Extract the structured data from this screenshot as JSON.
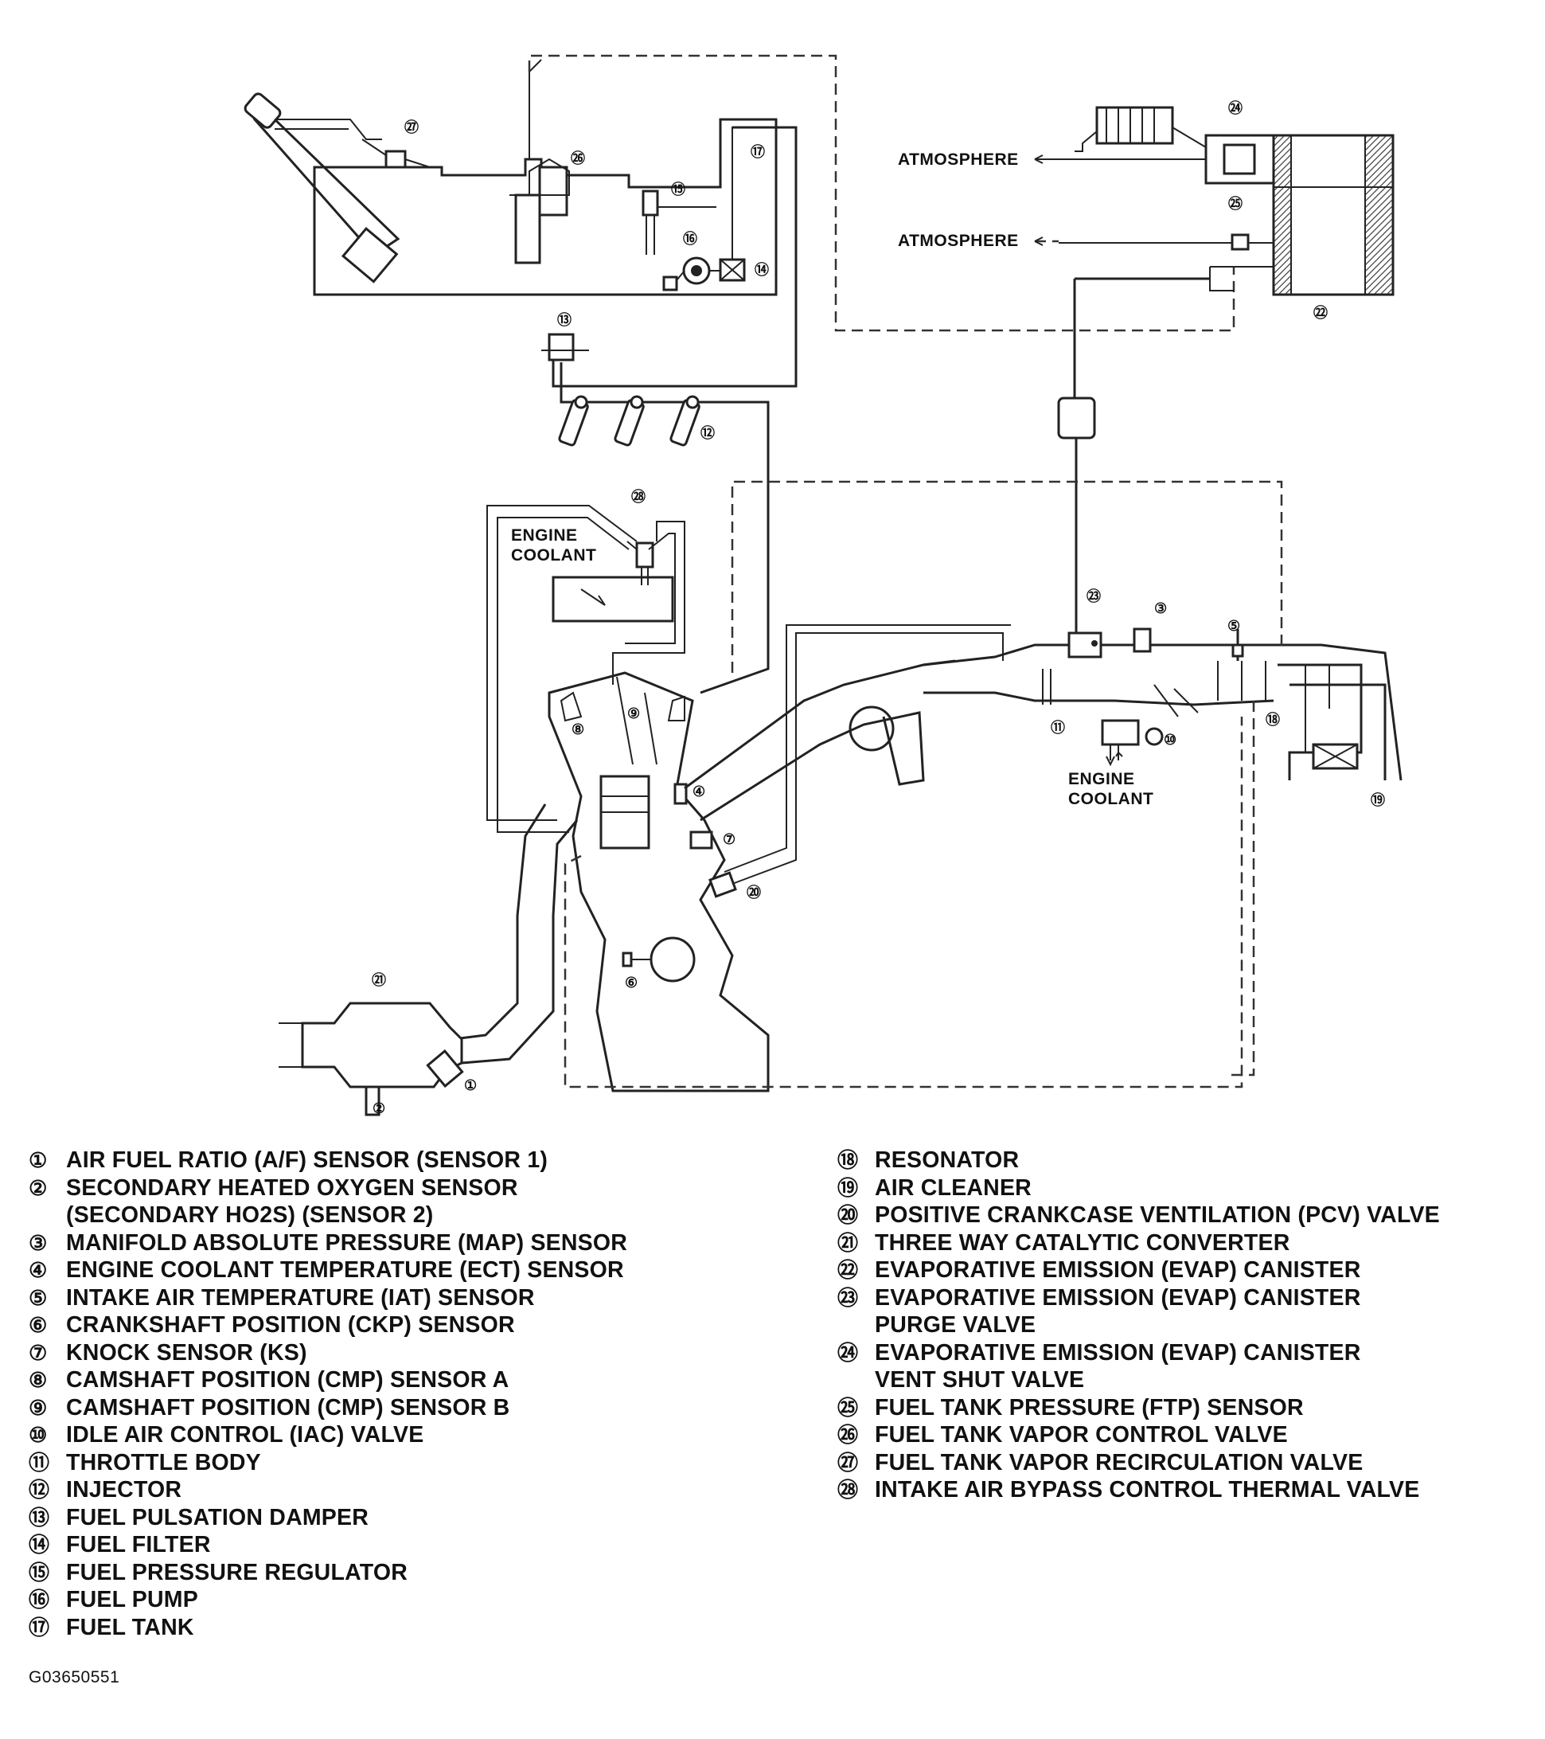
{
  "diagram": {
    "labels": {
      "atmosphere_1": "ATMOSPHERE",
      "atmosphere_2": "ATMOSPHERE",
      "engine_coolant_1": "ENGINE\nCOOLANT",
      "engine_coolant_2": "ENGINE\nCOOLANT"
    },
    "callouts": [
      "①",
      "②",
      "③",
      "④",
      "⑤",
      "⑥",
      "⑦",
      "⑧",
      "⑨",
      "⑩",
      "⑪",
      "⑫",
      "⑬",
      "⑭",
      "⑮",
      "⑯",
      "⑰",
      "⑱",
      "⑲",
      "⑳",
      "㉑",
      "㉒",
      "㉓",
      "㉔",
      "㉕",
      "㉖",
      "㉗",
      "㉘"
    ]
  },
  "legend": {
    "left": [
      {
        "num": "①",
        "text": "AIR FUEL RATIO (A/F) SENSOR (SENSOR 1)"
      },
      {
        "num": "②",
        "text": "SECONDARY HEATED OXYGEN SENSOR\n(SECONDARY HO2S) (SENSOR 2)"
      },
      {
        "num": "③",
        "text": "MANIFOLD ABSOLUTE PRESSURE (MAP) SENSOR"
      },
      {
        "num": "④",
        "text": "ENGINE COOLANT TEMPERATURE (ECT) SENSOR"
      },
      {
        "num": "⑤",
        "text": "INTAKE AIR TEMPERATURE (IAT) SENSOR"
      },
      {
        "num": "⑥",
        "text": "CRANKSHAFT POSITION (CKP) SENSOR"
      },
      {
        "num": "⑦",
        "text": "KNOCK SENSOR (KS)"
      },
      {
        "num": "⑧",
        "text": "CAMSHAFT POSITION (CMP) SENSOR A"
      },
      {
        "num": "⑨",
        "text": "CAMSHAFT POSITION (CMP) SENSOR B"
      },
      {
        "num": "⑩",
        "text": "IDLE AIR CONTROL (IAC) VALVE"
      },
      {
        "num": "⑪",
        "text": "THROTTLE BODY"
      },
      {
        "num": "⑫",
        "text": "INJECTOR"
      },
      {
        "num": "⑬",
        "text": "FUEL PULSATION DAMPER"
      },
      {
        "num": "⑭",
        "text": "FUEL FILTER"
      },
      {
        "num": "⑮",
        "text": "FUEL PRESSURE REGULATOR"
      },
      {
        "num": "⑯",
        "text": "FUEL PUMP"
      },
      {
        "num": "⑰",
        "text": "FUEL TANK"
      }
    ],
    "right": [
      {
        "num": "⑱",
        "text": "RESONATOR"
      },
      {
        "num": "⑲",
        "text": "AIR CLEANER"
      },
      {
        "num": "⑳",
        "text": "POSITIVE CRANKCASE VENTILATION (PCV) VALVE"
      },
      {
        "num": "㉑",
        "text": "THREE WAY CATALYTIC CONVERTER"
      },
      {
        "num": "㉒",
        "text": "EVAPORATIVE EMISSION (EVAP) CANISTER"
      },
      {
        "num": "㉓",
        "text": "EVAPORATIVE EMISSION (EVAP) CANISTER\nPURGE VALVE"
      },
      {
        "num": "㉔",
        "text": "EVAPORATIVE EMISSION (EVAP) CANISTER\nVENT SHUT VALVE"
      },
      {
        "num": "㉕",
        "text": "FUEL TANK PRESSURE (FTP) SENSOR"
      },
      {
        "num": "㉖",
        "text": "FUEL TANK VAPOR CONTROL VALVE"
      },
      {
        "num": "㉗",
        "text": "FUEL TANK VAPOR RECIRCULATION VALVE"
      },
      {
        "num": "㉘",
        "text": "INTAKE AIR BYPASS CONTROL THERMAL VALVE"
      }
    ]
  },
  "figure_id": "G03650551"
}
